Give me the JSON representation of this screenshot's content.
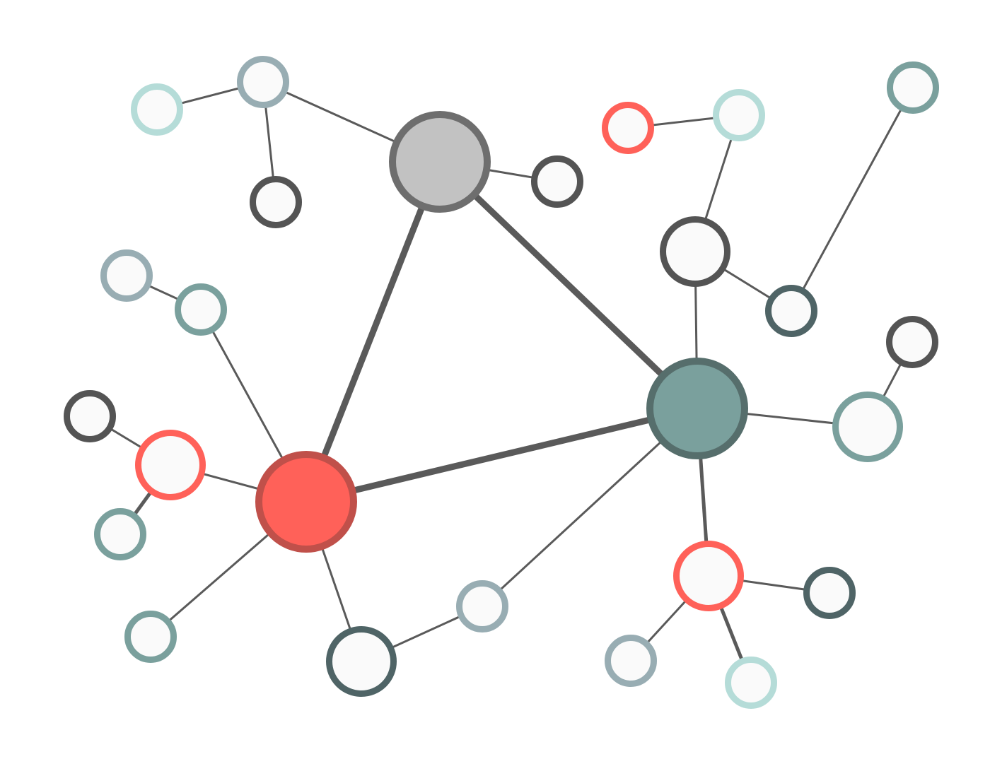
{
  "diagram": {
    "type": "network-graph",
    "colors": {
      "background": "#ffffff",
      "edge": "#5a5a5a",
      "node_fill": "#fafafa",
      "hub_gray_fill": "#c2c2c2",
      "hub_gray_stroke": "#6e6e6e",
      "hub_red_fill": "#ff6159",
      "hub_red_stroke": "#c0504a",
      "hub_teal_fill": "#7aa09d",
      "hub_teal_stroke": "#566e6c",
      "red": "#ff6159",
      "teal": "#7aa09d",
      "light_teal": "#b5dcd8",
      "grey_blue": "#98adb3",
      "dark": "#545454",
      "slate": "#4f6466"
    },
    "nodes": [
      {
        "id": "hub-gray",
        "kind": "hub",
        "color": "hub_gray"
      },
      {
        "id": "hub-red",
        "kind": "hub",
        "color": "hub_red"
      },
      {
        "id": "hub-teal",
        "kind": "hub",
        "color": "hub_teal"
      },
      {
        "id": "n1",
        "kind": "leaf",
        "color": "light_teal"
      },
      {
        "id": "n2",
        "kind": "leaf",
        "color": "grey_blue"
      },
      {
        "id": "n3",
        "kind": "leaf",
        "color": "dark"
      },
      {
        "id": "n4",
        "kind": "leaf",
        "color": "dark"
      },
      {
        "id": "n5",
        "kind": "leaf",
        "color": "red"
      },
      {
        "id": "n6",
        "kind": "leaf",
        "color": "light_teal"
      },
      {
        "id": "n7",
        "kind": "leaf",
        "color": "teal"
      },
      {
        "id": "n8",
        "kind": "mid",
        "color": "dark"
      },
      {
        "id": "n9",
        "kind": "leaf",
        "color": "slate"
      },
      {
        "id": "n10",
        "kind": "leaf",
        "color": "dark"
      },
      {
        "id": "n11",
        "kind": "mid",
        "color": "teal"
      },
      {
        "id": "n12",
        "kind": "leaf",
        "color": "grey_blue"
      },
      {
        "id": "n13",
        "kind": "leaf",
        "color": "teal"
      },
      {
        "id": "n14",
        "kind": "leaf",
        "color": "dark"
      },
      {
        "id": "n15",
        "kind": "mid",
        "color": "red"
      },
      {
        "id": "n16",
        "kind": "leaf",
        "color": "teal"
      },
      {
        "id": "n17",
        "kind": "leaf",
        "color": "teal"
      },
      {
        "id": "n18",
        "kind": "mid",
        "color": "slate"
      },
      {
        "id": "n19",
        "kind": "leaf",
        "color": "grey_blue"
      },
      {
        "id": "n20",
        "kind": "mid",
        "color": "red"
      },
      {
        "id": "n21",
        "kind": "leaf",
        "color": "slate"
      },
      {
        "id": "n22",
        "kind": "leaf",
        "color": "grey_blue"
      },
      {
        "id": "n23",
        "kind": "leaf",
        "color": "light_teal"
      }
    ],
    "edges": [
      {
        "source": "hub-gray",
        "target": "hub-red",
        "weight": "heavy"
      },
      {
        "source": "hub-gray",
        "target": "hub-teal",
        "weight": "heavy"
      },
      {
        "source": "hub-red",
        "target": "hub-teal",
        "weight": "heavy"
      },
      {
        "source": "n1",
        "target": "n2",
        "weight": "light"
      },
      {
        "source": "n2",
        "target": "hub-gray",
        "weight": "light"
      },
      {
        "source": "n2",
        "target": "n3",
        "weight": "light"
      },
      {
        "source": "hub-gray",
        "target": "n4",
        "weight": "light"
      },
      {
        "source": "n5",
        "target": "n6",
        "weight": "light"
      },
      {
        "source": "n6",
        "target": "n8",
        "weight": "light"
      },
      {
        "source": "n8",
        "target": "n9",
        "weight": "light"
      },
      {
        "source": "n9",
        "target": "n7",
        "weight": "light"
      },
      {
        "source": "n8",
        "target": "hub-teal",
        "weight": "light"
      },
      {
        "source": "hub-teal",
        "target": "n11",
        "weight": "light"
      },
      {
        "source": "n11",
        "target": "n10",
        "weight": "light"
      },
      {
        "source": "hub-teal",
        "target": "n19",
        "weight": "light"
      },
      {
        "source": "hub-teal",
        "target": "n20",
        "weight": "medium"
      },
      {
        "source": "n19",
        "target": "n18",
        "weight": "light"
      },
      {
        "source": "n18",
        "target": "hub-red",
        "weight": "light"
      },
      {
        "source": "hub-red",
        "target": "n13",
        "weight": "light"
      },
      {
        "source": "n13",
        "target": "n12",
        "weight": "light"
      },
      {
        "source": "hub-red",
        "target": "n15",
        "weight": "light"
      },
      {
        "source": "n15",
        "target": "n14",
        "weight": "light"
      },
      {
        "source": "n15",
        "target": "n16",
        "weight": "medium"
      },
      {
        "source": "hub-red",
        "target": "n17",
        "weight": "light"
      },
      {
        "source": "n20",
        "target": "n21",
        "weight": "light"
      },
      {
        "source": "n20",
        "target": "n22",
        "weight": "light"
      },
      {
        "source": "n20",
        "target": "n23",
        "weight": "medium"
      }
    ]
  }
}
